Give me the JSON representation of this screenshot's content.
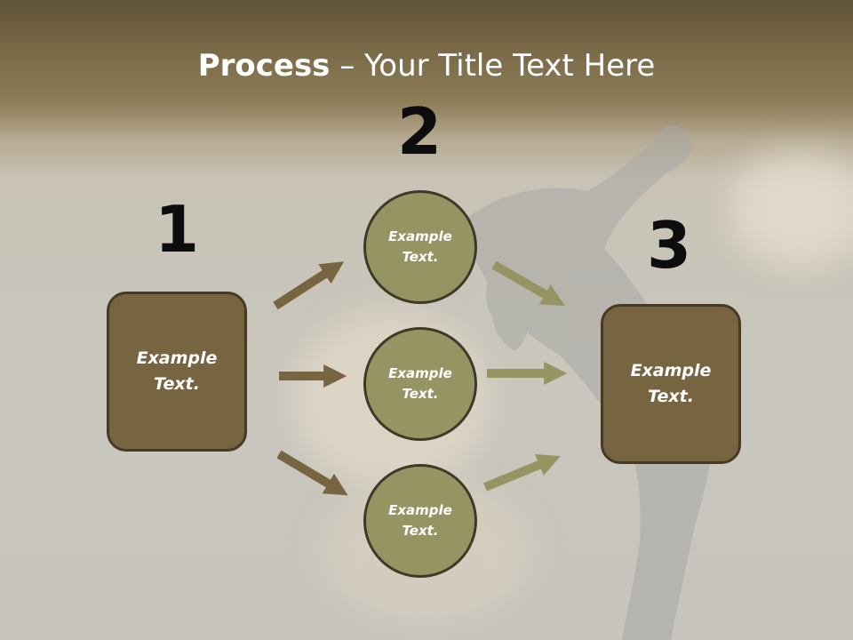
{
  "title": {
    "bold": "Process",
    "rest": " – Your Title Text Here"
  },
  "steps": [
    {
      "number": "1",
      "text": "Example Text."
    },
    {
      "number": "2",
      "items": [
        {
          "text": "Example Text."
        },
        {
          "text": "Example Text."
        },
        {
          "text": "Example Text."
        }
      ]
    },
    {
      "number": "3",
      "text": "Example Text."
    }
  ],
  "colors": {
    "box_fill": "#776441",
    "circle_fill": "#979464",
    "arrow_left": "#776441",
    "arrow_right": "#979464"
  }
}
